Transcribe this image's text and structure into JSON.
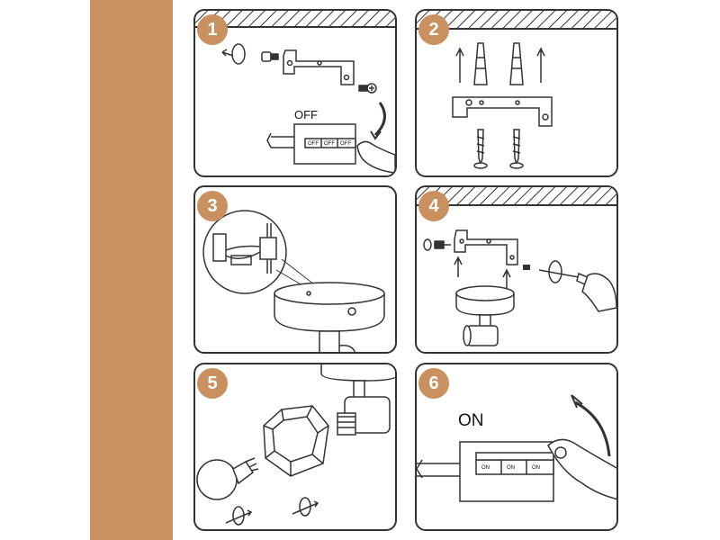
{
  "colors": {
    "accent": "#c8915f",
    "line": "#333333"
  },
  "steps": [
    {
      "number": "1",
      "switch_label": "OFF",
      "toggle_labels": [
        "OFF",
        "OFF",
        "OFF"
      ]
    },
    {
      "number": "2"
    },
    {
      "number": "3"
    },
    {
      "number": "4"
    },
    {
      "number": "5"
    },
    {
      "number": "6",
      "switch_label": "ON",
      "toggle_labels": [
        "ON",
        "ON",
        "ON"
      ]
    }
  ]
}
